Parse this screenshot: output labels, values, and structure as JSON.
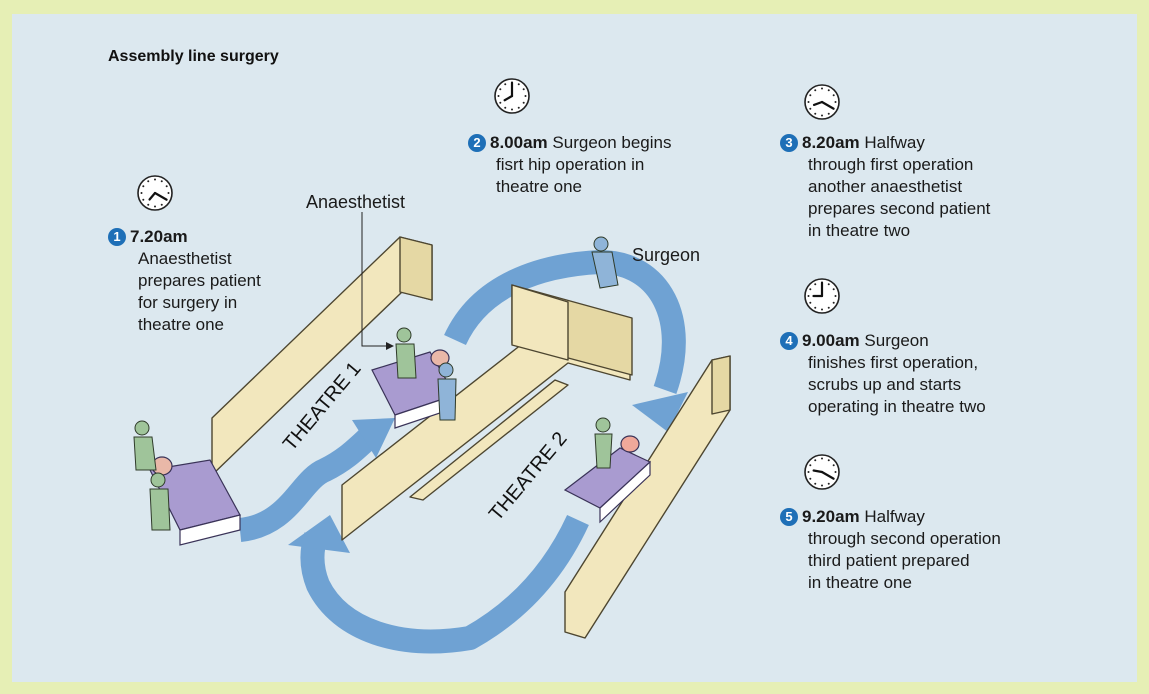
{
  "title": "Assembly line surgery",
  "labels": {
    "anaesthetist": "Anaesthetist",
    "surgeon": "Surgeon",
    "theatre1": "THEATRE 1",
    "theatre2": "THEATRE 2"
  },
  "steps": [
    {
      "num": "1",
      "time": "7.20am",
      "lines": [
        "Anaesthetist",
        "prepares patient",
        "for surgery in",
        "theatre one"
      ],
      "clock": {
        "hour": 7,
        "minute": 20
      }
    },
    {
      "num": "2",
      "time": "8.00am",
      "lines": [
        "Surgeon begins",
        "fisrt hip operation in",
        "theatre one"
      ],
      "clock": {
        "hour": 8,
        "minute": 0
      }
    },
    {
      "num": "3",
      "time": "8.20am",
      "lines": [
        "Halfway",
        "through first operation",
        "another anaesthetist",
        "prepares second patient",
        "in theatre two"
      ],
      "clock": {
        "hour": 8,
        "minute": 20
      }
    },
    {
      "num": "4",
      "time": "9.00am",
      "lines": [
        "Surgeon",
        "finishes first operation,",
        "scrubs up and starts",
        "operating in theatre two"
      ],
      "clock": {
        "hour": 9,
        "minute": 0
      }
    },
    {
      "num": "5",
      "time": "9.20am",
      "lines": [
        "Halfway",
        "through second operation",
        "third patient prepared",
        "in theatre one"
      ],
      "clock": {
        "hour": 9,
        "minute": 20
      }
    }
  ],
  "colors": {
    "frame": "#e6efb5",
    "panel": "#dce8ef",
    "wall": "#f2e7bd",
    "wall_edge": "#4d4630",
    "arrow": "#6fa2d3",
    "bed": "#a99bd0",
    "staff": "#9fc49a",
    "surgeon": "#8fb4d8",
    "badge": "#1e6fb7"
  }
}
